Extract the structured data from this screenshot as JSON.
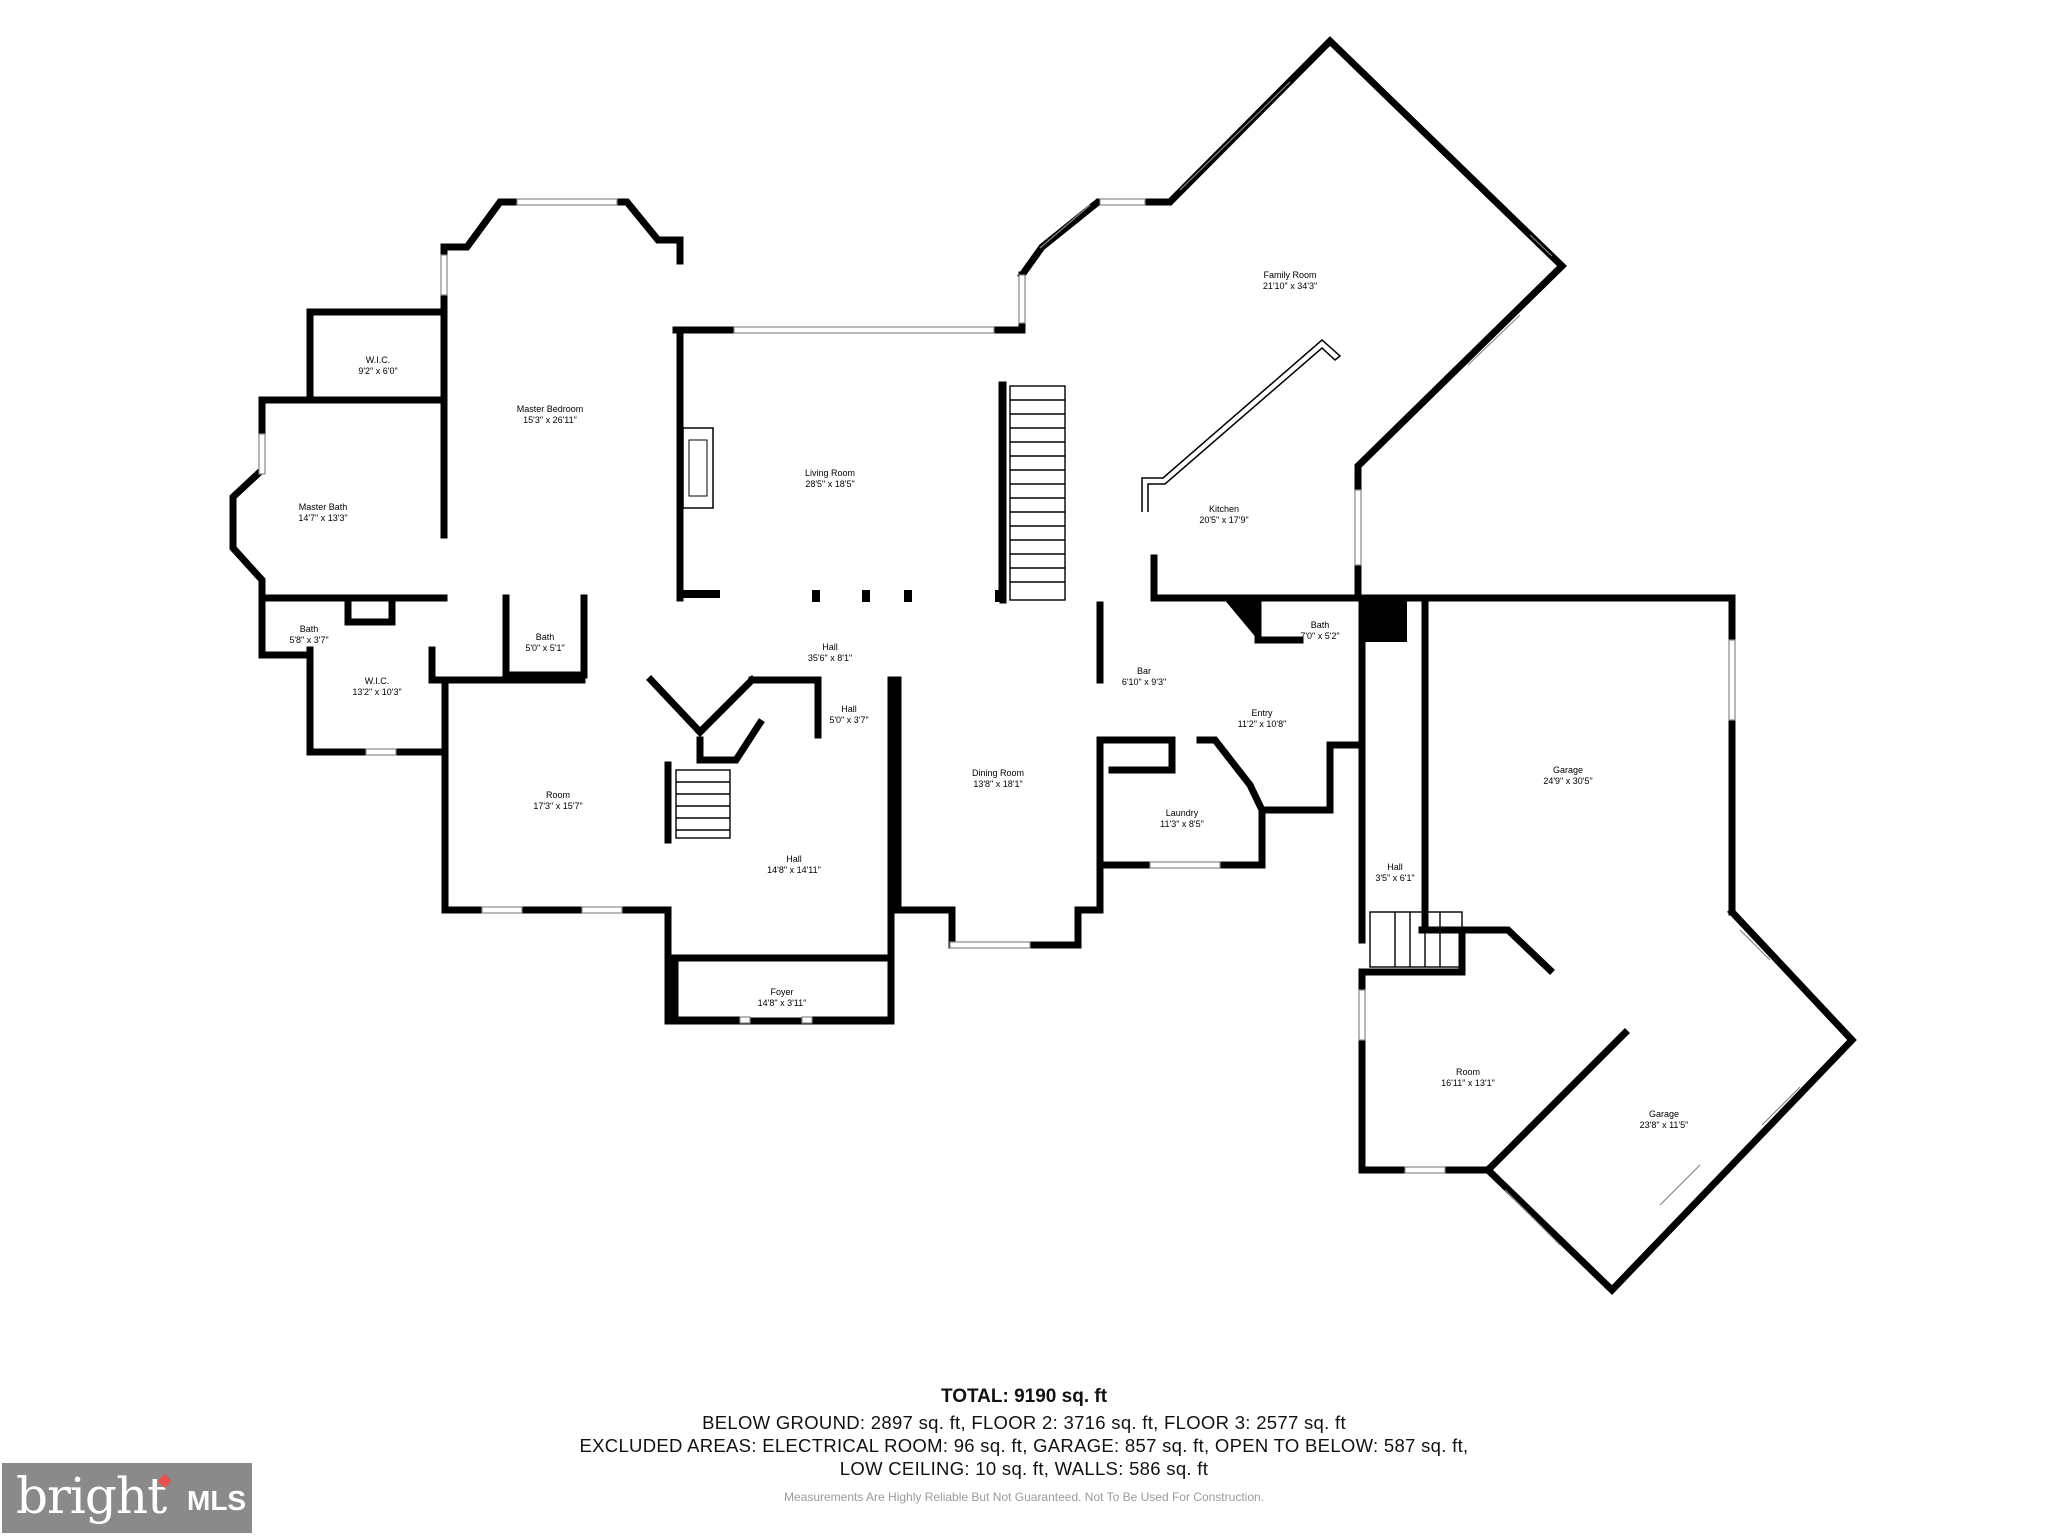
{
  "rooms": [
    {
      "id": "family-room",
      "name": "Family Room",
      "dim": "21'10\" x 34'3\""
    },
    {
      "id": "wic-1",
      "name": "W.I.C.",
      "dim": "9'2\" x 6'0\""
    },
    {
      "id": "master-bedroom",
      "name": "Master Bedroom",
      "dim": "15'3\" x 26'11\""
    },
    {
      "id": "living-room",
      "name": "Living Room",
      "dim": "28'5\" x 18'5\""
    },
    {
      "id": "kitchen",
      "name": "Kitchen",
      "dim": "20'5\" x 17'9\""
    },
    {
      "id": "master-bath",
      "name": "Master Bath",
      "dim": "14'7\" x 13'3\""
    },
    {
      "id": "bath-1",
      "name": "Bath",
      "dim": "5'8\" x 3'7\""
    },
    {
      "id": "bath-2",
      "name": "Bath",
      "dim": "5'0\" x 5'1\""
    },
    {
      "id": "hall-1",
      "name": "Hall",
      "dim": "35'6\" x 8'1\""
    },
    {
      "id": "bath-3",
      "name": "Bath",
      "dim": "7'0\" x 5'2\""
    },
    {
      "id": "wic-2",
      "name": "W.I.C.",
      "dim": "13'2\" x 10'3\""
    },
    {
      "id": "bar",
      "name": "Bar",
      "dim": "6'10\" x 9'3\""
    },
    {
      "id": "hall-2",
      "name": "Hall",
      "dim": "5'0\" x 3'7\""
    },
    {
      "id": "entry",
      "name": "Entry",
      "dim": "11'2\" x 10'8\""
    },
    {
      "id": "garage-1",
      "name": "Garage",
      "dim": "24'9\" x 30'5\""
    },
    {
      "id": "dining-room",
      "name": "Dining Room",
      "dim": "13'8\" x 18'1\""
    },
    {
      "id": "room-1",
      "name": "Room",
      "dim": "17'3\" x 15'7\""
    },
    {
      "id": "laundry",
      "name": "Laundry",
      "dim": "11'3\" x 8'5\""
    },
    {
      "id": "hall-3",
      "name": "Hall",
      "dim": "14'8\" x 14'11\""
    },
    {
      "id": "hall-4",
      "name": "Hall",
      "dim": "3'5\" x 6'1\""
    },
    {
      "id": "foyer",
      "name": "Foyer",
      "dim": "14'8\" x 3'11\""
    },
    {
      "id": "room-2",
      "name": "Room",
      "dim": "16'11\" x 13'1\""
    },
    {
      "id": "garage-2",
      "name": "Garage",
      "dim": "23'8\" x 11'5\""
    }
  ],
  "summary": {
    "total": "TOTAL: 9190 sq. ft",
    "line1": "BELOW GROUND: 2897 sq. ft, FLOOR 2: 3716 sq. ft, FLOOR 3: 2577 sq. ft",
    "line2": "EXCLUDED AREAS: ELECTRICAL ROOM: 96 sq. ft, GARAGE: 857 sq. ft, OPEN TO BELOW: 587 sq. ft,",
    "line3": "LOW CEILING: 10 sq. ft, WALLS: 586 sq. ft"
  },
  "disclaimer": "Measurements Are Highly Reliable But Not Guaranteed. Not To Be Used For Construction.",
  "logo": {
    "word": "bright",
    "suffix": "MLS"
  }
}
